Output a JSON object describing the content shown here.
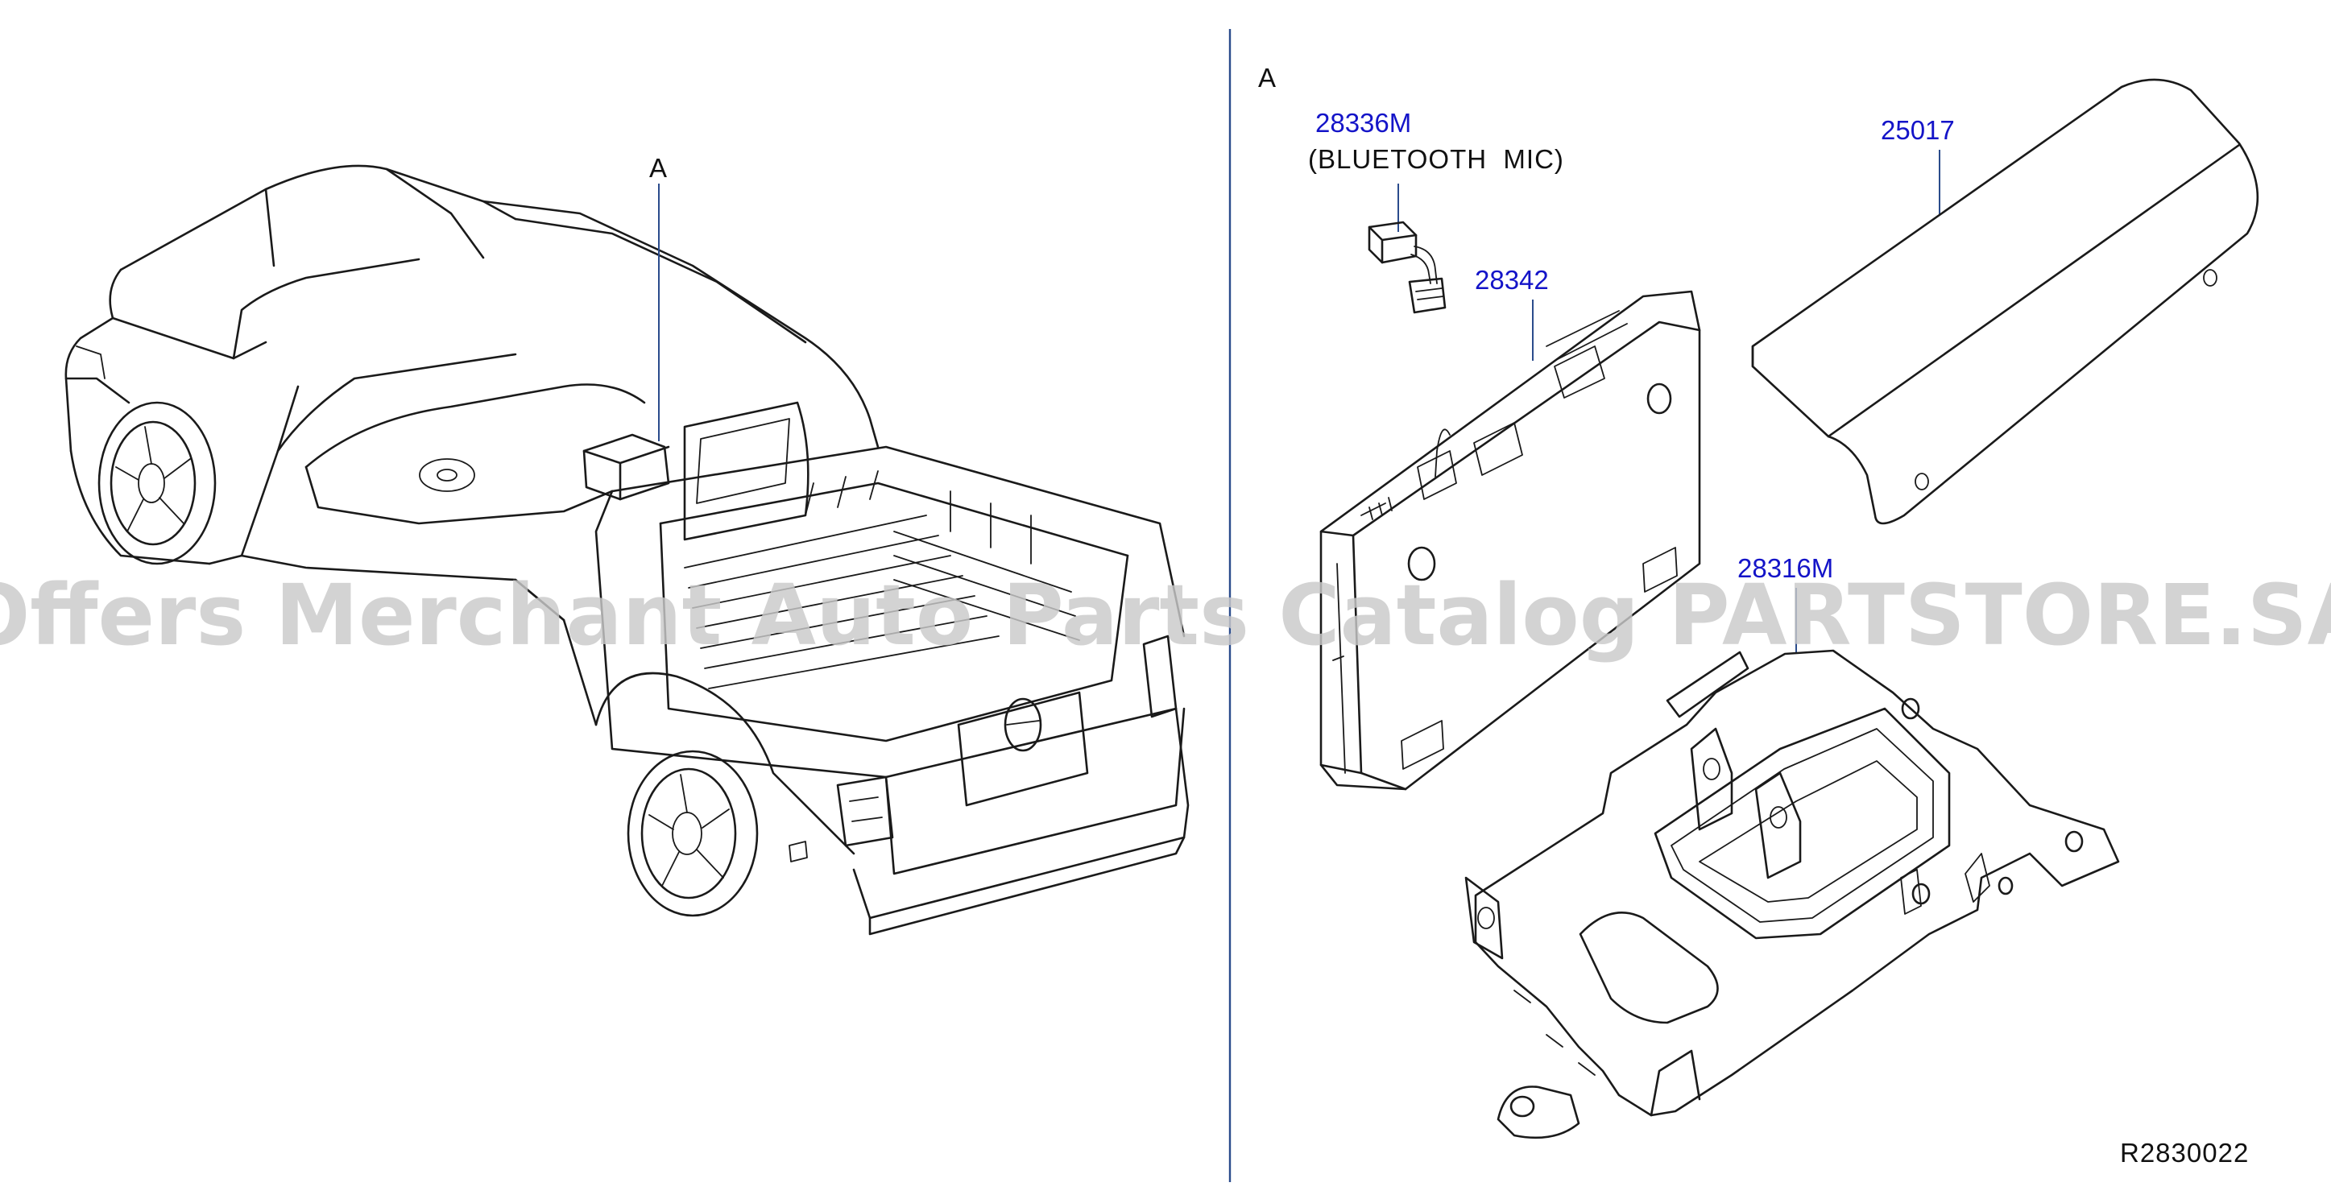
{
  "diagram": {
    "view_label_left": "A",
    "view_label_right": "A",
    "parts": [
      {
        "number": "28336M",
        "description": "(BLUETOOTH  MIC)"
      },
      {
        "number": "28342"
      },
      {
        "number": "25017"
      },
      {
        "number": "28316M"
      }
    ],
    "drawing_code": "R2830022",
    "watermark": "Offers Merchant Auto Parts Catalog PARTSTORE.SA"
  },
  "colors": {
    "part_number": "#1414c8",
    "leader": "#2b4c8c",
    "line_art": "#1a1a1a",
    "watermark": "#c9c9c9"
  }
}
